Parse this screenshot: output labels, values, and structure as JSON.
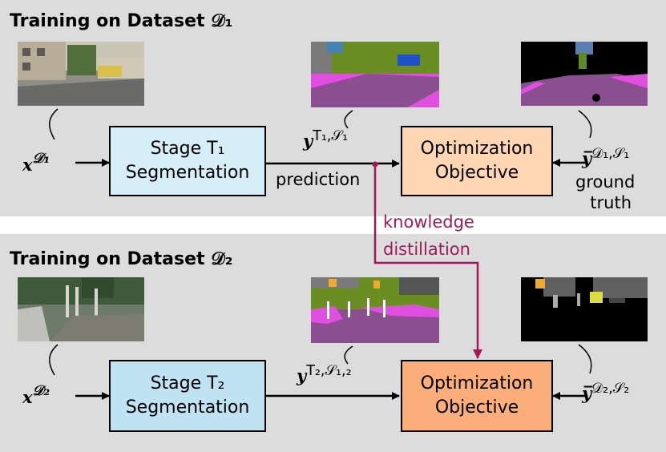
{
  "panel1": {
    "title": "Training on Dataset 𝒟₁",
    "input_label": "x",
    "input_sup": "𝒟₁",
    "stage_line1": "Stage T₁",
    "stage_line2": "Segmentation",
    "pred_symbol": "y",
    "pred_sup": "T₁,𝒮₁",
    "prediction_label": "prediction",
    "opt_line1": "Optimization",
    "opt_line2": "Objective",
    "gt_symbol": "y̅",
    "gt_sup": "𝒟₁,𝒮₁",
    "gt_line1": "ground",
    "gt_line2": "truth"
  },
  "kd": {
    "line1": "knowledge",
    "line2": "distillation"
  },
  "panel2": {
    "title": "Training on Dataset 𝒟₂",
    "input_label": "x",
    "input_sup": "𝒟₂",
    "stage_line1": "Stage T₂",
    "stage_line2": "Segmentation",
    "pred_symbol": "y",
    "pred_sup": "T₂,𝒮₁,₂",
    "opt_line1": "Optimization",
    "opt_line2": "Objective",
    "gt_symbol": "y̅",
    "gt_sup": "𝒟₂,𝒮₂"
  },
  "colors": {
    "panel_bg": "#dcdcdc",
    "stage1_fill": "#d6eef7",
    "stage2_fill": "#bfe3f3",
    "opt1_fill": "#ffd6b3",
    "opt2_fill": "#fbad7a",
    "kd_arrow": "#a0195a"
  }
}
